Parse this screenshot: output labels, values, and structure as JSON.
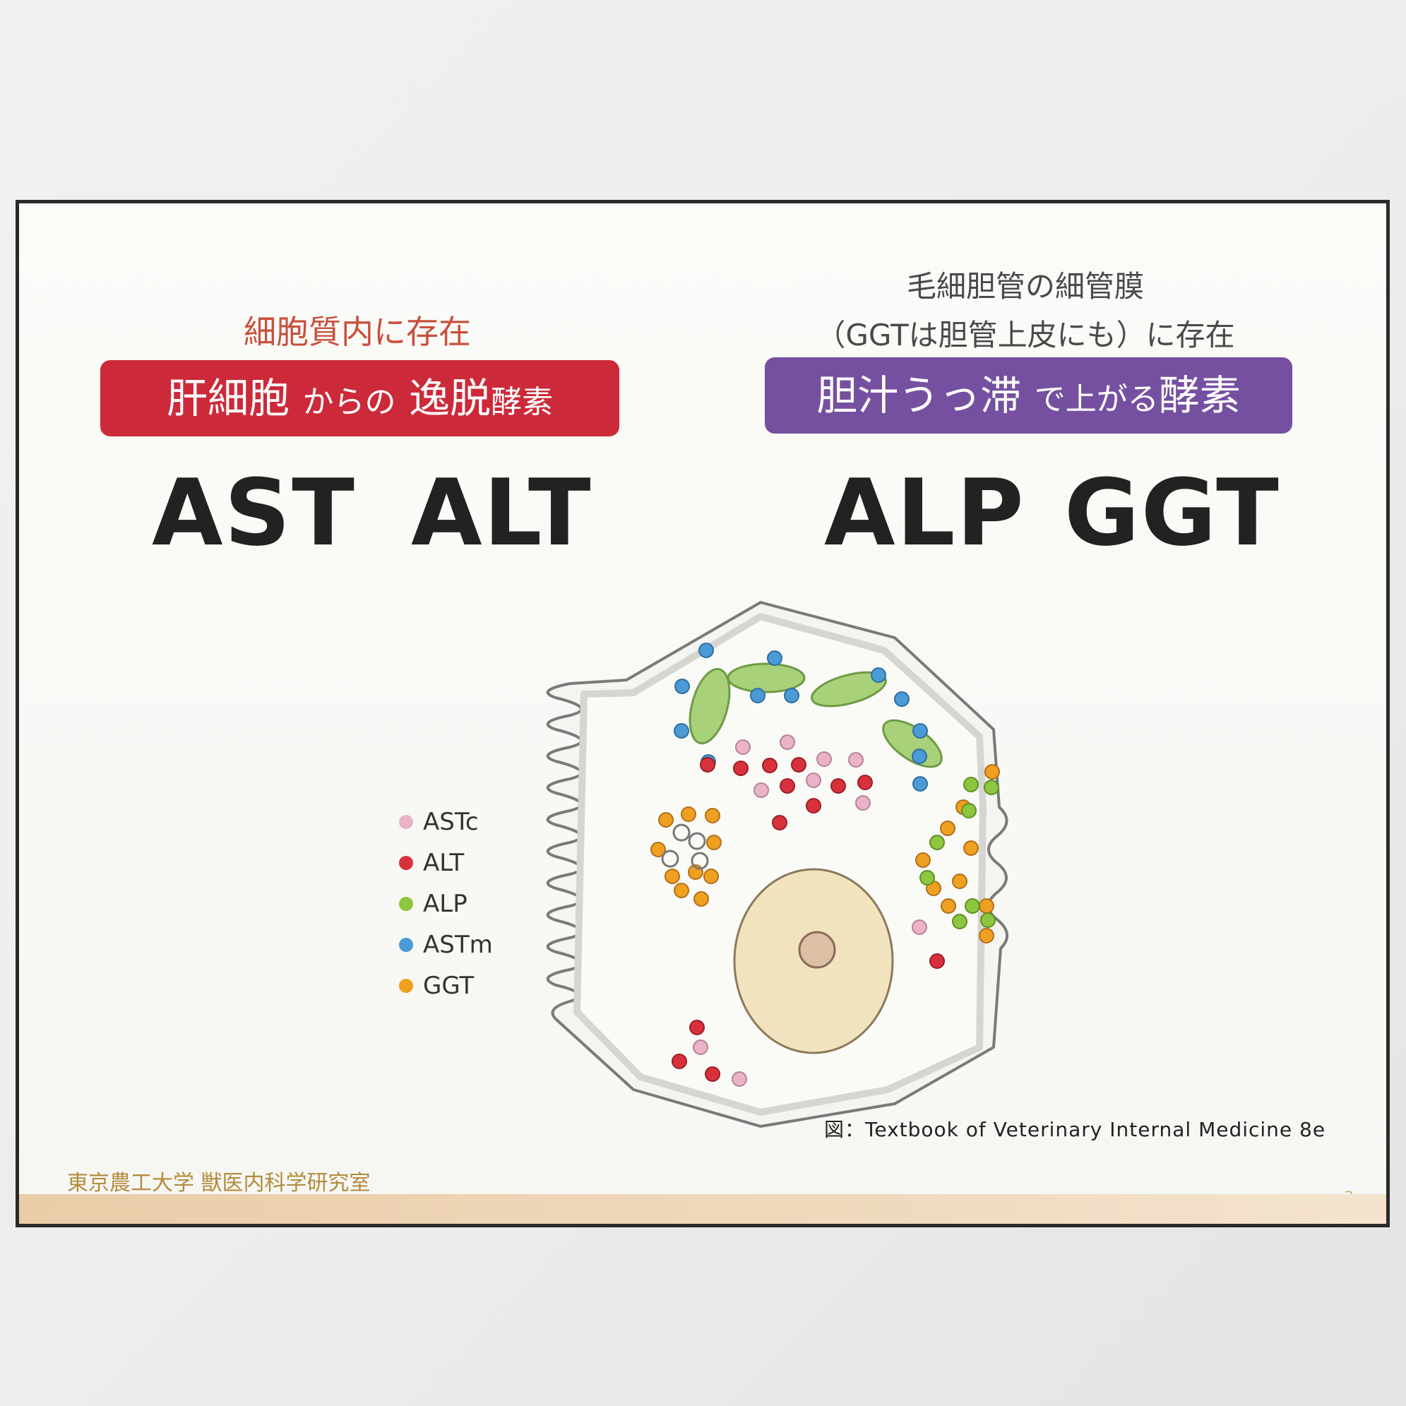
{
  "left": {
    "note": "細胞質内に存在",
    "banner_main1": "肝細胞",
    "banner_small1": "からの",
    "banner_main2": "逸脱",
    "banner_small2": "酵素",
    "enzyme1": "AST",
    "enzyme2": "ALT",
    "banner_color": "#cc2a3a"
  },
  "right": {
    "note_line1": "毛細胆管の細管膜",
    "note_line2": "（GGTは胆管上皮にも）に存在",
    "banner_main1": "胆汁うっ滞",
    "banner_small1": "で上がる",
    "banner_main2": "酵素",
    "enzyme1": "ALP",
    "enzyme2": "GGT",
    "banner_color": "#7650a0"
  },
  "legend": [
    {
      "label": "ASTc",
      "color": "#eab3c8"
    },
    {
      "label": "ALT",
      "color": "#d9313c"
    },
    {
      "label": "ALP",
      "color": "#8dc63f"
    },
    {
      "label": "ASTm",
      "color": "#4a9ad6"
    },
    {
      "label": "GGT",
      "color": "#f0a020"
    }
  ],
  "caption": "図：Textbook of Veterinary Internal Medicine 8e",
  "footer": "東京農工大学 獣医内科学研究室",
  "page_number": "3"
}
